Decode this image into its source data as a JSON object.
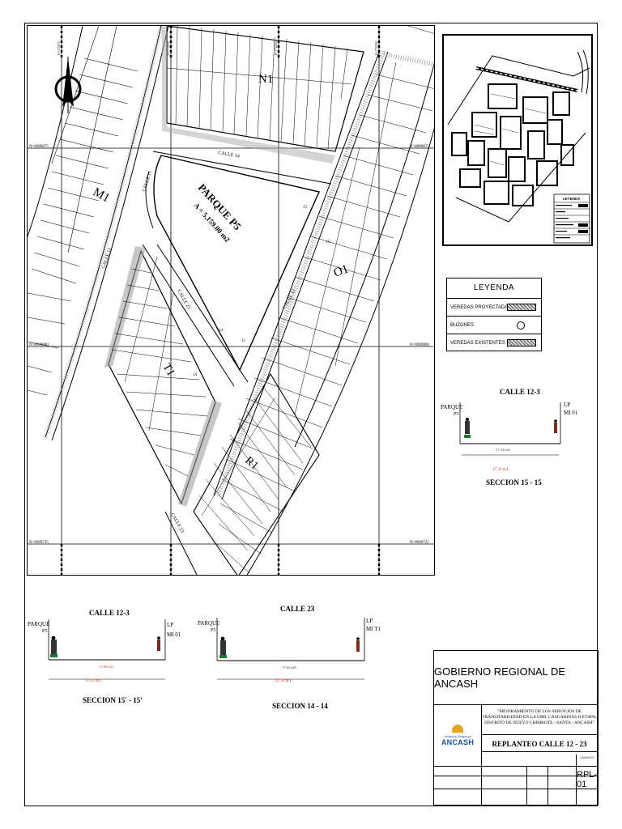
{
  "plan": {
    "blocks": {
      "n1": "N1",
      "m1": "M1",
      "o1": "O1",
      "t1": "T1",
      "r1": "R1"
    },
    "parque_name": "PARQUE P5",
    "parque_area": "A = 5,159.00 m2",
    "streets": {
      "calle_14": "CALLE 14",
      "calle_11_a": "CALLE 11",
      "calle_11_b": "CALLE 11",
      "calle_12": "CALLE 12",
      "calle_23_a": "CALLE 23",
      "calle_23_b": "CALLE 23"
    },
    "grid_labels": {
      "n1": "N=8989875",
      "n2": "N=8989800",
      "n3": "N=8989725",
      "n1r": "N=8989875",
      "n2r": "N=8989800",
      "n3r": "N=8989725",
      "e1": "E=772075",
      "e2": "E=772150",
      "e3": "E=772225",
      "e4": "E=772300"
    },
    "point_labels": [
      "14",
      "15",
      "15'",
      "14'",
      "15'",
      "15"
    ]
  },
  "legend": {
    "title": "LEYENDA",
    "rows": [
      {
        "label": "VEREDAS PROYECTADA"
      },
      {
        "label": "BUZONES"
      },
      {
        "label": "VEREDAS EXISTENTES"
      }
    ]
  },
  "keymap": {
    "legend_title": "LEYENDA"
  },
  "sections": [
    {
      "street": "CALLE 12-3",
      "left_label": "PARQUE",
      "left_sub": "P5",
      "right_label": "LP",
      "right_sub": "MI 01",
      "width_label": "17.33 m/L",
      "total_label": "17.33 m/L",
      "title": "SECCION 15 - 15"
    },
    {
      "street": "CALLE 12-3",
      "left_label": "PARQUE",
      "left_sub": "P5",
      "right_label": "LP",
      "right_sub": "MI 01",
      "width_label": "15.00 m/L",
      "total_label": "17.33 m/L",
      "title": "SECCION 15' - 15'"
    },
    {
      "street": "CALLE 23",
      "left_label": "PARQUE",
      "left_sub": "P5",
      "right_label": "LP",
      "right_sub": "MI T1",
      "width_label": "17.62 m/L",
      "total_label": "21.50 m/L",
      "title": "SECCION 14 - 14"
    }
  ],
  "title_block": {
    "entity": "GOBIERNO REGIONAL DE ANCASH",
    "logo_small": "Gobierno Regional",
    "logo_big": "ANCASH",
    "project": "\"MEJORAMIENTO DE LOS SERVICIOS DE TRANSITABILIDAD EN LA URB. CASUARINAS II ETAPA, DISTRITO DE NUEVO CHIMBOTE - SANTA - ANCASH\"",
    "plano": "REPLANTEO CALLE 12 - 23",
    "sheet": "RPL-01",
    "lamina": "LAMINA N°"
  },
  "colors": {
    "line": "#000000",
    "logo_blue": "#1a4fa0",
    "person_green": "#1a7a2a",
    "accent_red": "#c0392b"
  }
}
